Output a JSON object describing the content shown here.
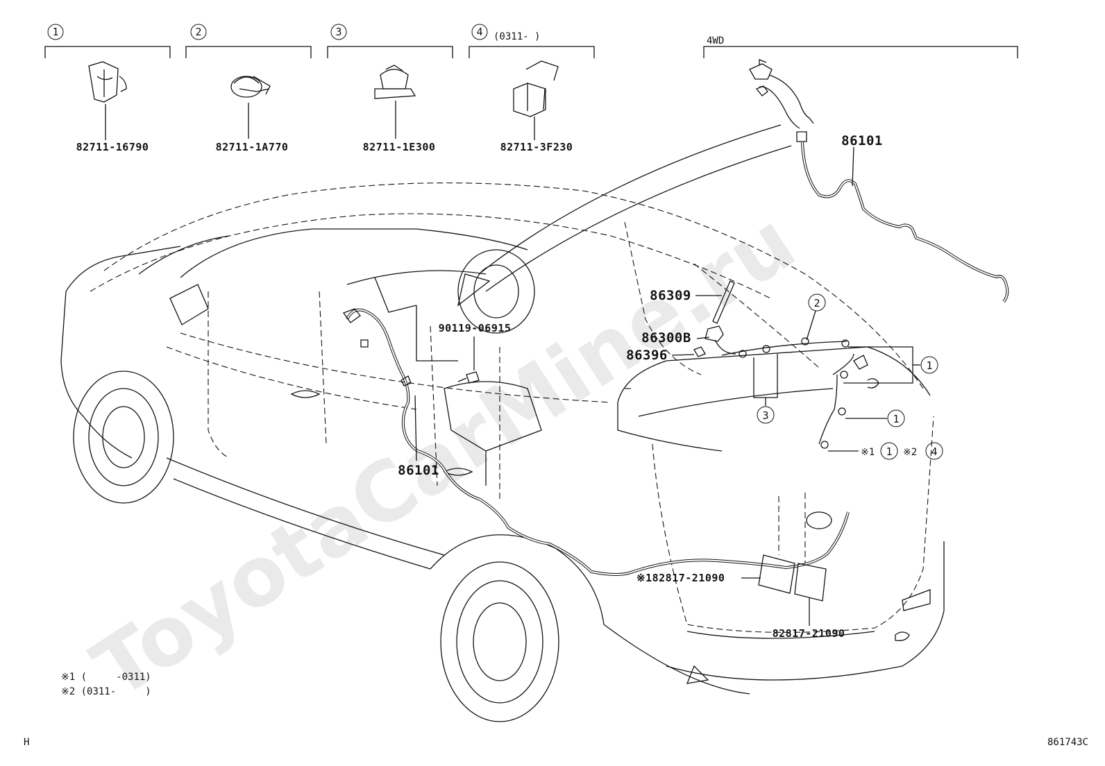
{
  "clips": [
    {
      "num": "1",
      "part": "82711-16790"
    },
    {
      "num": "2",
      "part": "82711-1A770"
    },
    {
      "num": "3",
      "part": "82711-1E300"
    },
    {
      "num": "4",
      "part": "82711-3F230",
      "note": "(0311-     )"
    }
  ],
  "variant_label": "4WD",
  "parts": {
    "harness_4wd": "86101",
    "harness_main": "86101",
    "antenna_rod": "86309",
    "antenna_base": "86300B",
    "cap": "86396",
    "bolt": "90119-06915",
    "sticker_1": "※182817-21090",
    "sticker_2": "82817-21090"
  },
  "callouts": {
    "c1": "1",
    "c2": "2",
    "c3": "3",
    "c1b": "1",
    "c_note1_mark": "※1",
    "c_note1_num": "1",
    "c_note2_mark": "※2",
    "c_note2_num": "4"
  },
  "footnotes": {
    "note1": "※1 (     -0311)",
    "note2": "※2 (0311-     )"
  },
  "corner_left": "H",
  "diagram_code": "861743C",
  "watermark": "ToyotaCarMine.ru"
}
